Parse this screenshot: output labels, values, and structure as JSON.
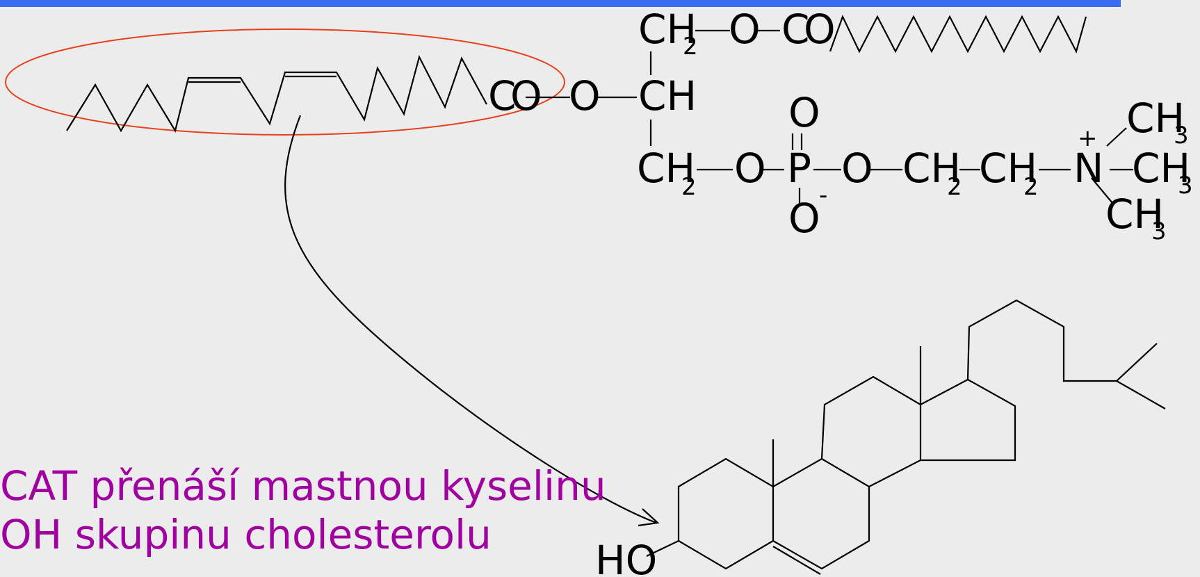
{
  "colors": {
    "topbar": "#3a6cf2",
    "background": "#ececec",
    "highlight": "#e8401c",
    "caption": "#a000a0",
    "stroke": "#000000"
  },
  "caption": {
    "line1": "CAT přenáší mastnou kyselinu",
    "line2": "OH skupinu cholesterolu"
  },
  "labels": {
    "ch": "CH",
    "c": "C",
    "o": "O",
    "p": "P",
    "n": "N",
    "h": "H",
    "ho": "HO",
    "sub2": "2",
    "sub3": "3",
    "plus": "+",
    "minus": "-"
  }
}
